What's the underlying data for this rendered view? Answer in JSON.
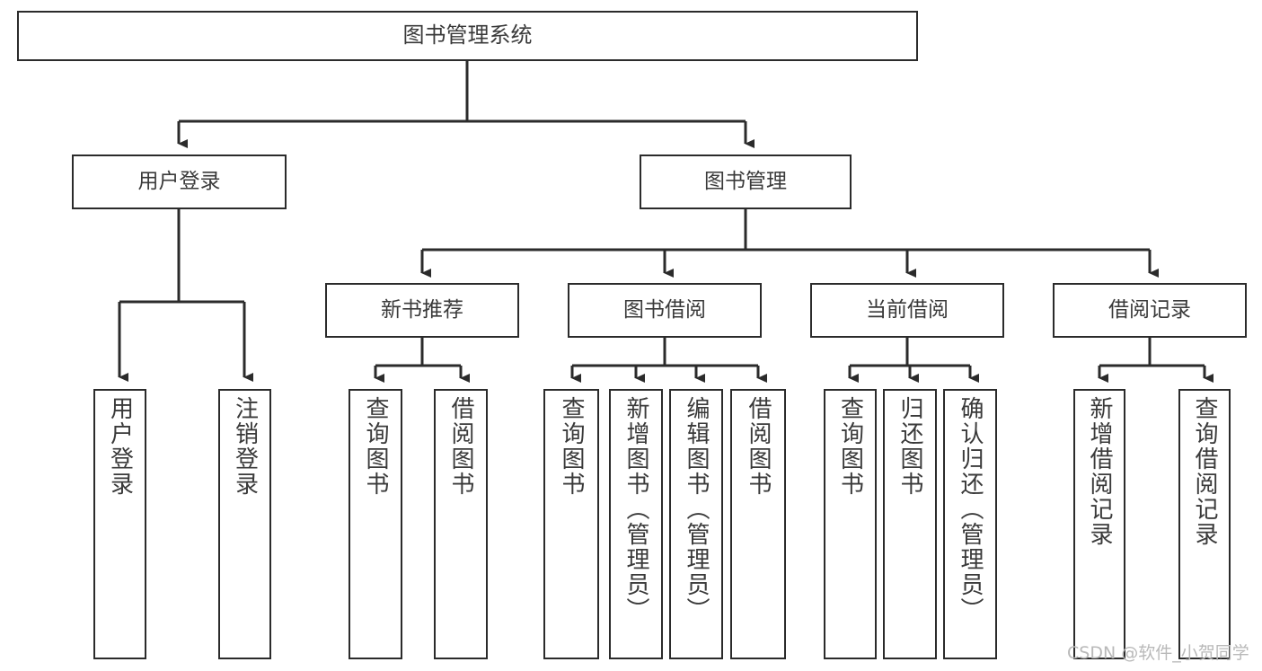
{
  "diagram": {
    "title": "图书管理系统",
    "watermark": "CSDN @软件_小贺同学",
    "colors": {
      "box_border": "#2b2b2b",
      "box_fill": "#ffffff",
      "text": "#3a3a3a",
      "edge": "#2b2b2b",
      "watermark": "#b9b9b9"
    },
    "nodes": {
      "root": {
        "label": "图书管理系统"
      },
      "level2": [
        {
          "label": "用户登录"
        },
        {
          "label": "图书管理"
        }
      ],
      "level3": [
        {
          "label": "新书推荐"
        },
        {
          "label": "图书借阅"
        },
        {
          "label": "当前借阅"
        },
        {
          "label": "借阅记录"
        }
      ],
      "leaves_user_login": [
        {
          "label": "用户登录"
        },
        {
          "label": "注销登录"
        }
      ],
      "leaves_new_book": [
        {
          "label": "查询图书"
        },
        {
          "label": "借阅图书"
        }
      ],
      "leaves_borrow": [
        {
          "label": "查询图书"
        },
        {
          "label": "新增图书（管理员）"
        },
        {
          "label": "编辑图书（管理员）"
        },
        {
          "label": "借阅图书"
        }
      ],
      "leaves_current": [
        {
          "label": "查询图书"
        },
        {
          "label": "归还图书"
        },
        {
          "label": "确认归还（管理员）"
        }
      ],
      "leaves_record": [
        {
          "label": "新增借阅记录"
        },
        {
          "label": "查询借阅记录"
        }
      ]
    }
  }
}
